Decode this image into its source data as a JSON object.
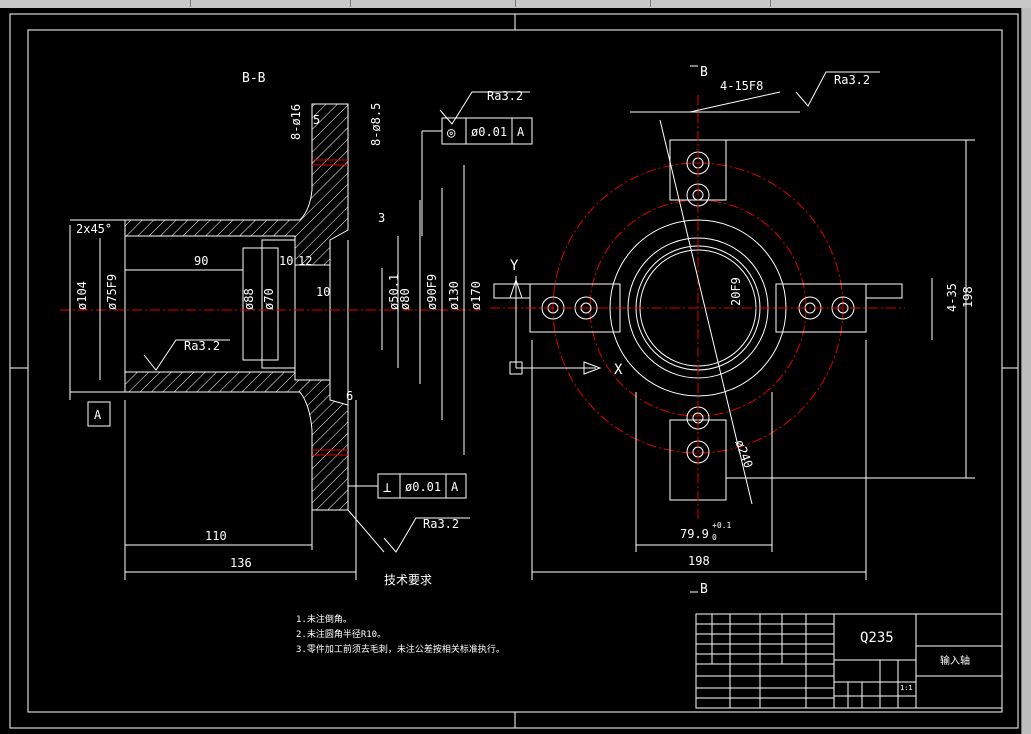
{
  "section_label": "B-B",
  "section_marker_top": "B",
  "section_marker_bottom": "B",
  "dims_left": {
    "holes_top_a": "8-ø16",
    "holes_top_b": "8-ø8.5",
    "five_top": "5",
    "chamfer": "2x45°",
    "d104": "ø104",
    "d75": "ø75F9",
    "ninety": "90",
    "ten_a": "10",
    "twelve": "12",
    "ten_b": "10",
    "d88": "ø88",
    "d70": "ø70",
    "d50": "ø50.1",
    "d80": "ø80",
    "d90": "ø90F9",
    "d130": "ø130",
    "d170": "ø170",
    "three": "3",
    "six": "6",
    "l110": "110",
    "l136": "136",
    "datum": "A"
  },
  "roughness": {
    "top": "Ra3.2",
    "mid": "Ra3.2",
    "bottom": "Ra3.2",
    "right_top": "Ra3.2"
  },
  "tolerance_frames": {
    "concentric": {
      "symbol": "◎",
      "value": "ø0.01",
      "datum": "A"
    },
    "perpendicular": {
      "symbol": "⊥",
      "value": "ø0.01",
      "datum": "A"
    }
  },
  "dims_right": {
    "holes_top": "4-15F8",
    "holes_right": "4-35",
    "d20": "20F9",
    "d240": "ø240",
    "w79": "79.9",
    "tol_plus": "+0.1",
    "tol_zero": "0",
    "w198_bottom": "198",
    "h198_right": "198",
    "axis_y": "Y",
    "axis_x": "X"
  },
  "tech_req_title": "技术要求",
  "notes": [
    "1.未注倒角。",
    "2.未注圆角半径R10。",
    "3.零件加工前须去毛刺，未注公差按相关标准执行。"
  ],
  "title_block": {
    "material": "Q235",
    "part_name": "输入轴",
    "scale": "1:1"
  }
}
